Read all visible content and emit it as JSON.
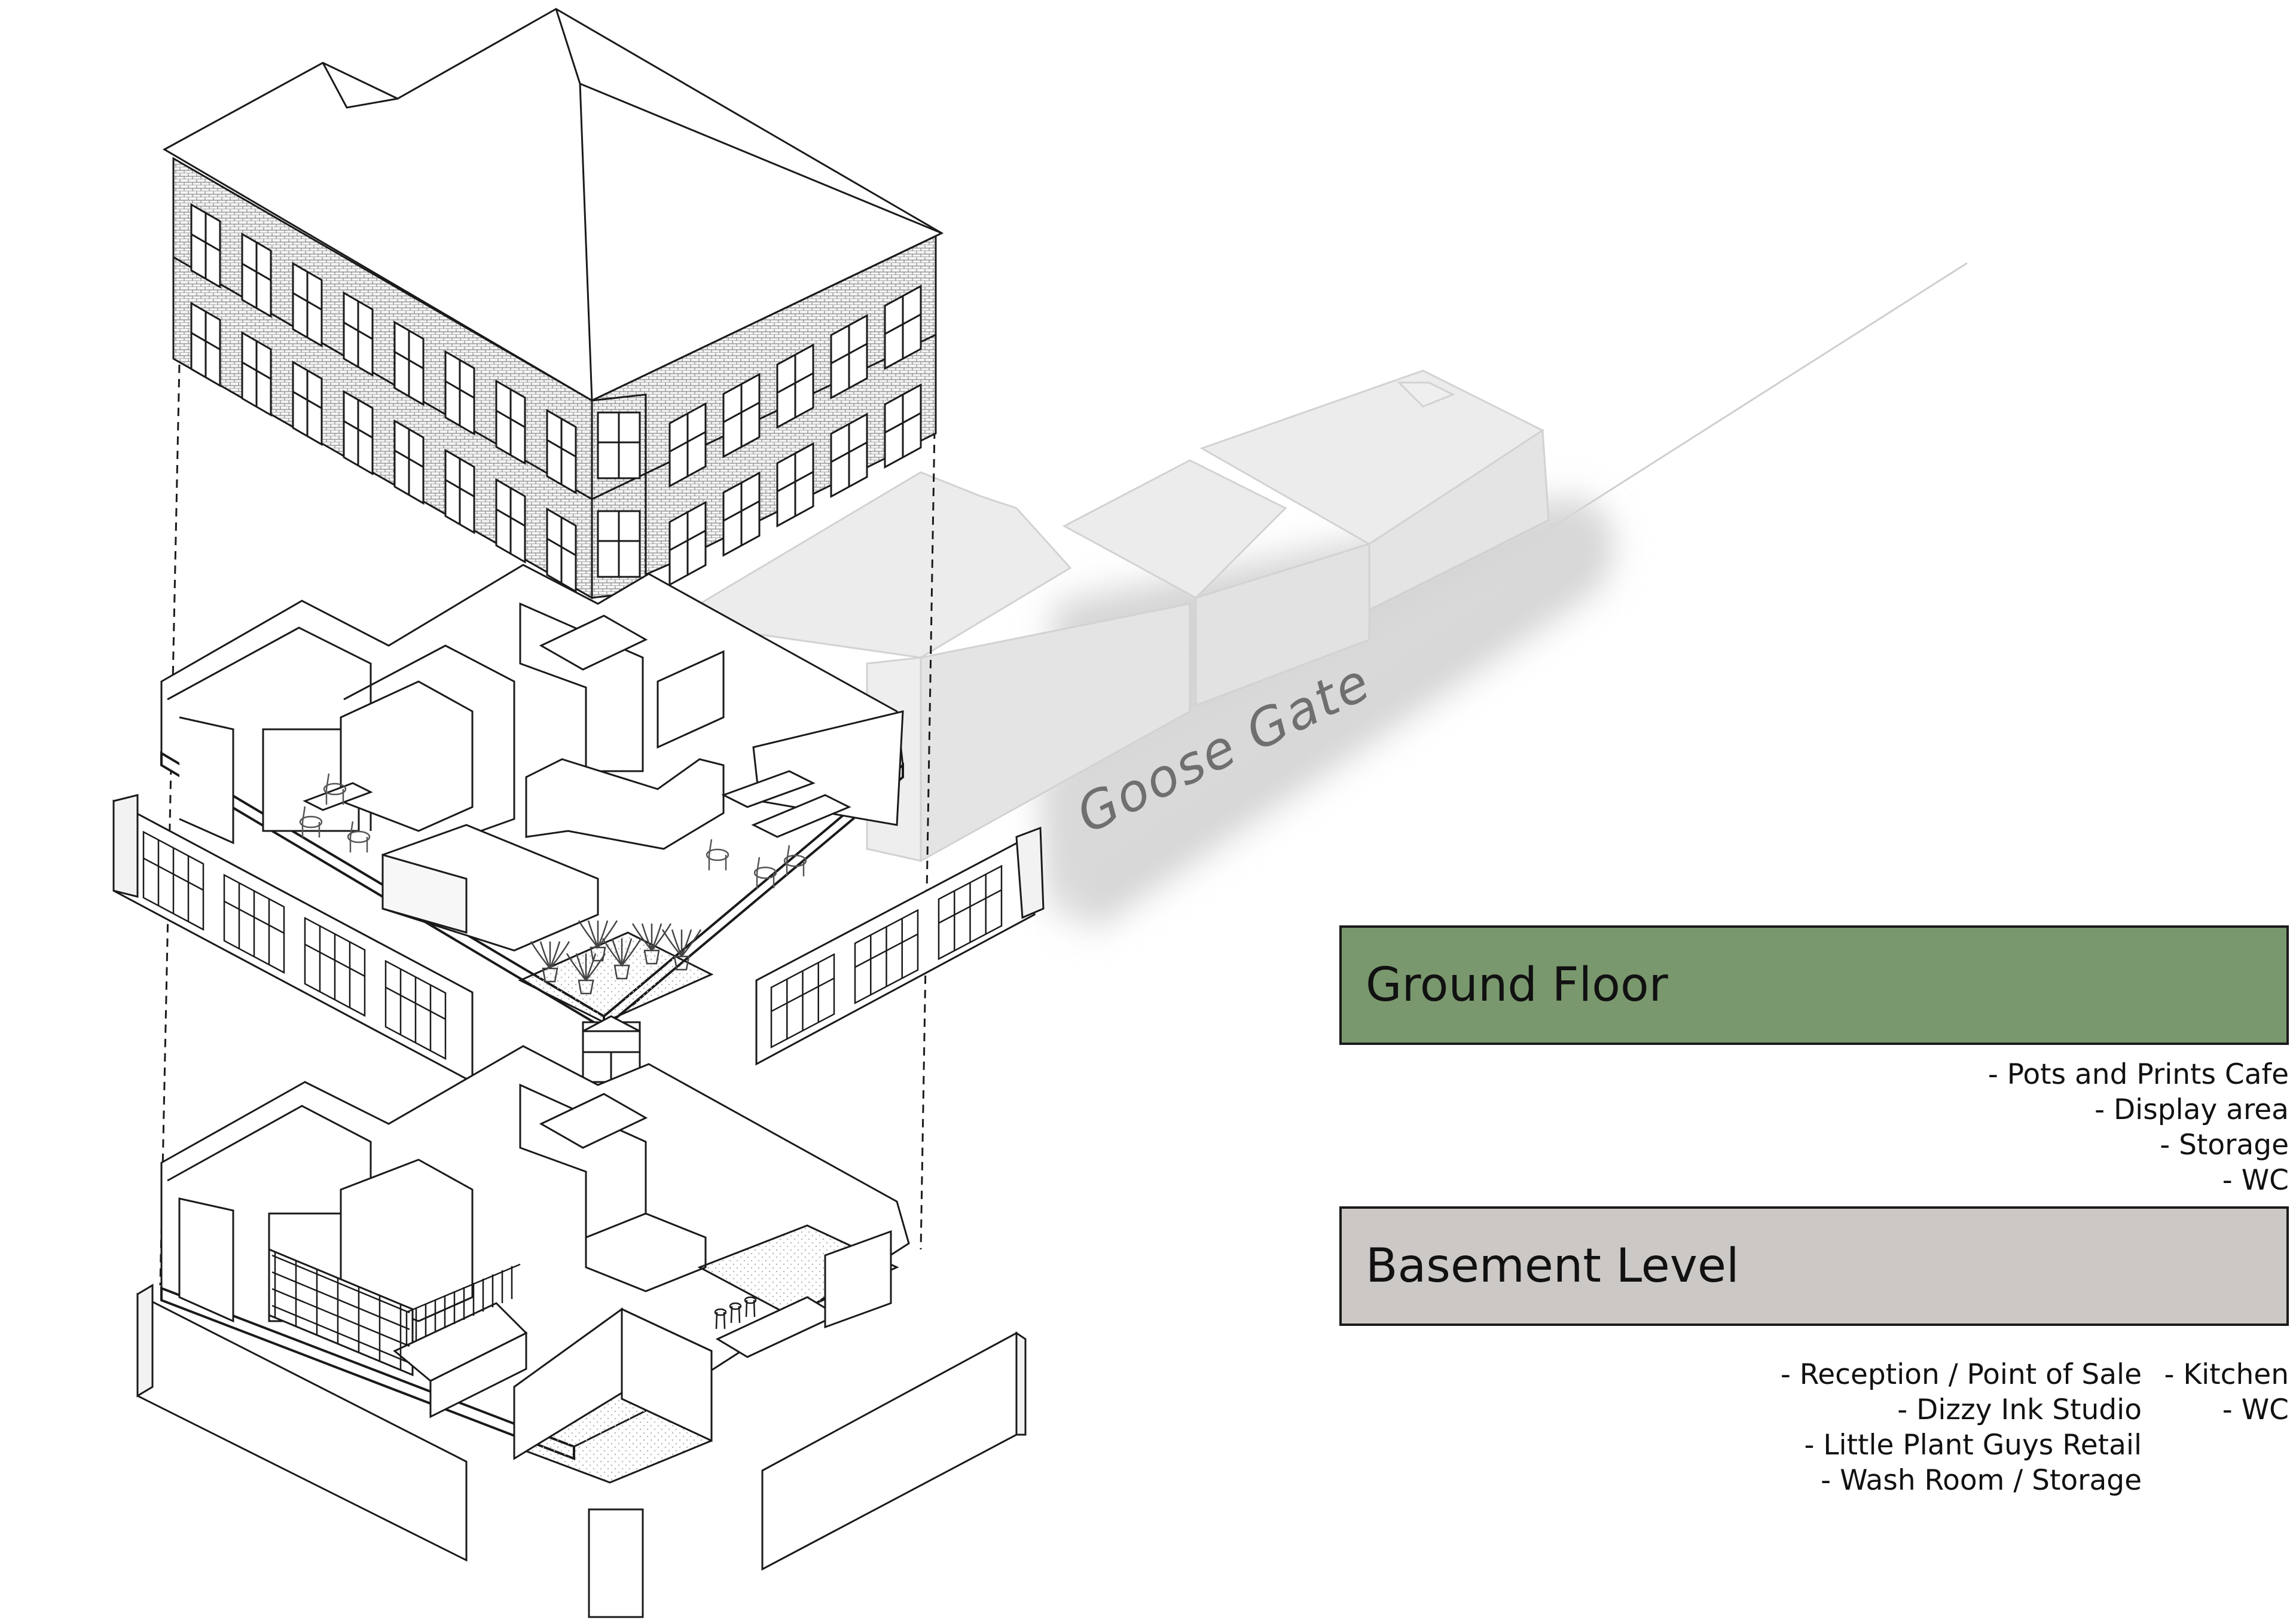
{
  "street_label": "Goose Gate",
  "colors": {
    "ground_floor": "#7a986e",
    "basement_level": "#ccc8c6",
    "neighbours": "#e6e6e6",
    "shadow": "#d6d6d6",
    "line": "#1a1a1a"
  },
  "legend": {
    "ground_floor": {
      "title": "Ground Floor",
      "items": [
        "- Pots and Prints Cafe",
        "- Display area",
        "- Storage",
        "- WC"
      ]
    },
    "basement_level": {
      "title": "Basement Level",
      "items_left": [
        "- Reception / Point of Sale",
        "- Dizzy Ink Studio",
        "- Little Plant Guys Retail",
        "- Wash Room / Storage"
      ],
      "items_right": [
        "- Kitchen",
        "- WC"
      ]
    }
  }
}
